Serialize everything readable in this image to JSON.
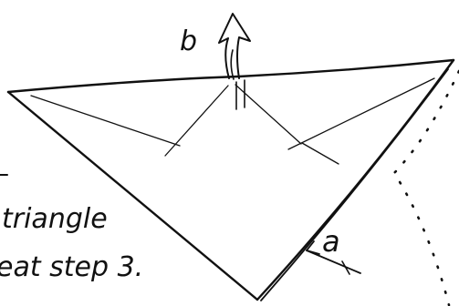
{
  "diagram": {
    "label_b": "b",
    "label_a": "a",
    "caption_line1": "triangle",
    "caption_line2": "eat step 3."
  },
  "colors": {
    "ink": "#111111",
    "background": "#ffffff"
  }
}
